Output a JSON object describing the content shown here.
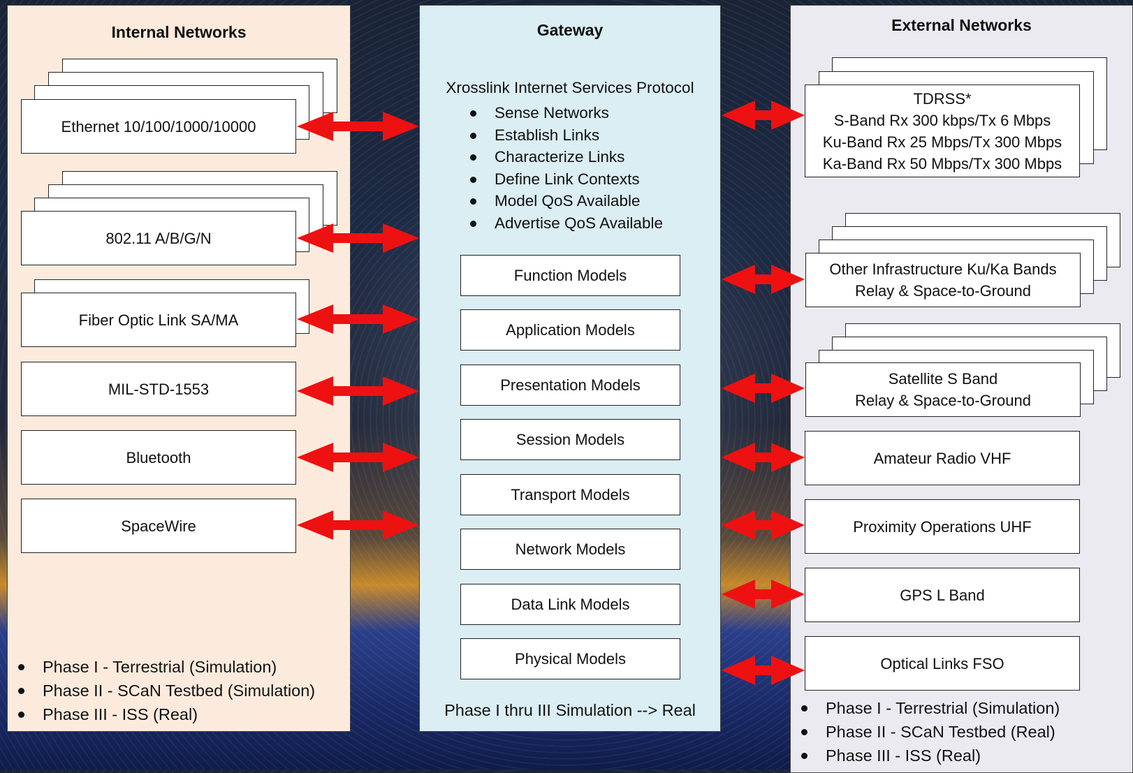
{
  "internal": {
    "title": "Internal Networks",
    "nodes": [
      "Ethernet 10/100/1000/10000",
      "802.11 A/B/G/N",
      "Fiber Optic Link SA/MA",
      "MIL-STD-1553",
      "Bluetooth",
      "SpaceWire"
    ],
    "phases": [
      "Phase I - Terrestrial (Simulation)",
      "Phase II - SCaN Testbed (Simulation)",
      "Phase III - ISS (Real)"
    ]
  },
  "gateway": {
    "title": "Gateway",
    "protocol_title": "Xrosslink Internet Services Protocol",
    "protocol_items": [
      "Sense Networks",
      "Establish Links",
      "Characterize Links",
      "Define Link Contexts",
      "Model QoS Available",
      "Advertise QoS Available"
    ],
    "models": [
      "Function Models",
      "Application Models",
      "Presentation Models",
      "Session Models",
      "Transport Models",
      "Network Models",
      "Data Link Models",
      "Physical Models"
    ],
    "footer": "Phase I thru III Simulation --> Real"
  },
  "external": {
    "title": "External Networks",
    "tdrss": [
      "TDRSS*",
      "S-Band Rx 300 kbps/Tx 6 Mbps",
      "Ku-Band Rx 25 Mbps/Tx 300 Mbps",
      "Ka-Band Rx 50 Mbps/Tx 300 Mbps"
    ],
    "other_infra": [
      "Other Infrastructure Ku/Ka Bands",
      "Relay & Space-to-Ground"
    ],
    "satellite_s": [
      "Satellite S Band",
      "Relay & Space-to-Ground"
    ],
    "amateur": "Amateur Radio VHF",
    "proximity": "Proximity Operations UHF",
    "gps": "GPS L Band",
    "optical": "Optical Links FSO",
    "phases": [
      "Phase I - Terrestrial (Simulation)",
      "Phase II - SCaN Testbed (Real)",
      "Phase III - ISS (Real)"
    ]
  },
  "colors": {
    "arrow": "#ee1111",
    "internal_bg": "#fcebdd",
    "gateway_bg": "#daeef3",
    "external_bg": "#eceaf1"
  }
}
